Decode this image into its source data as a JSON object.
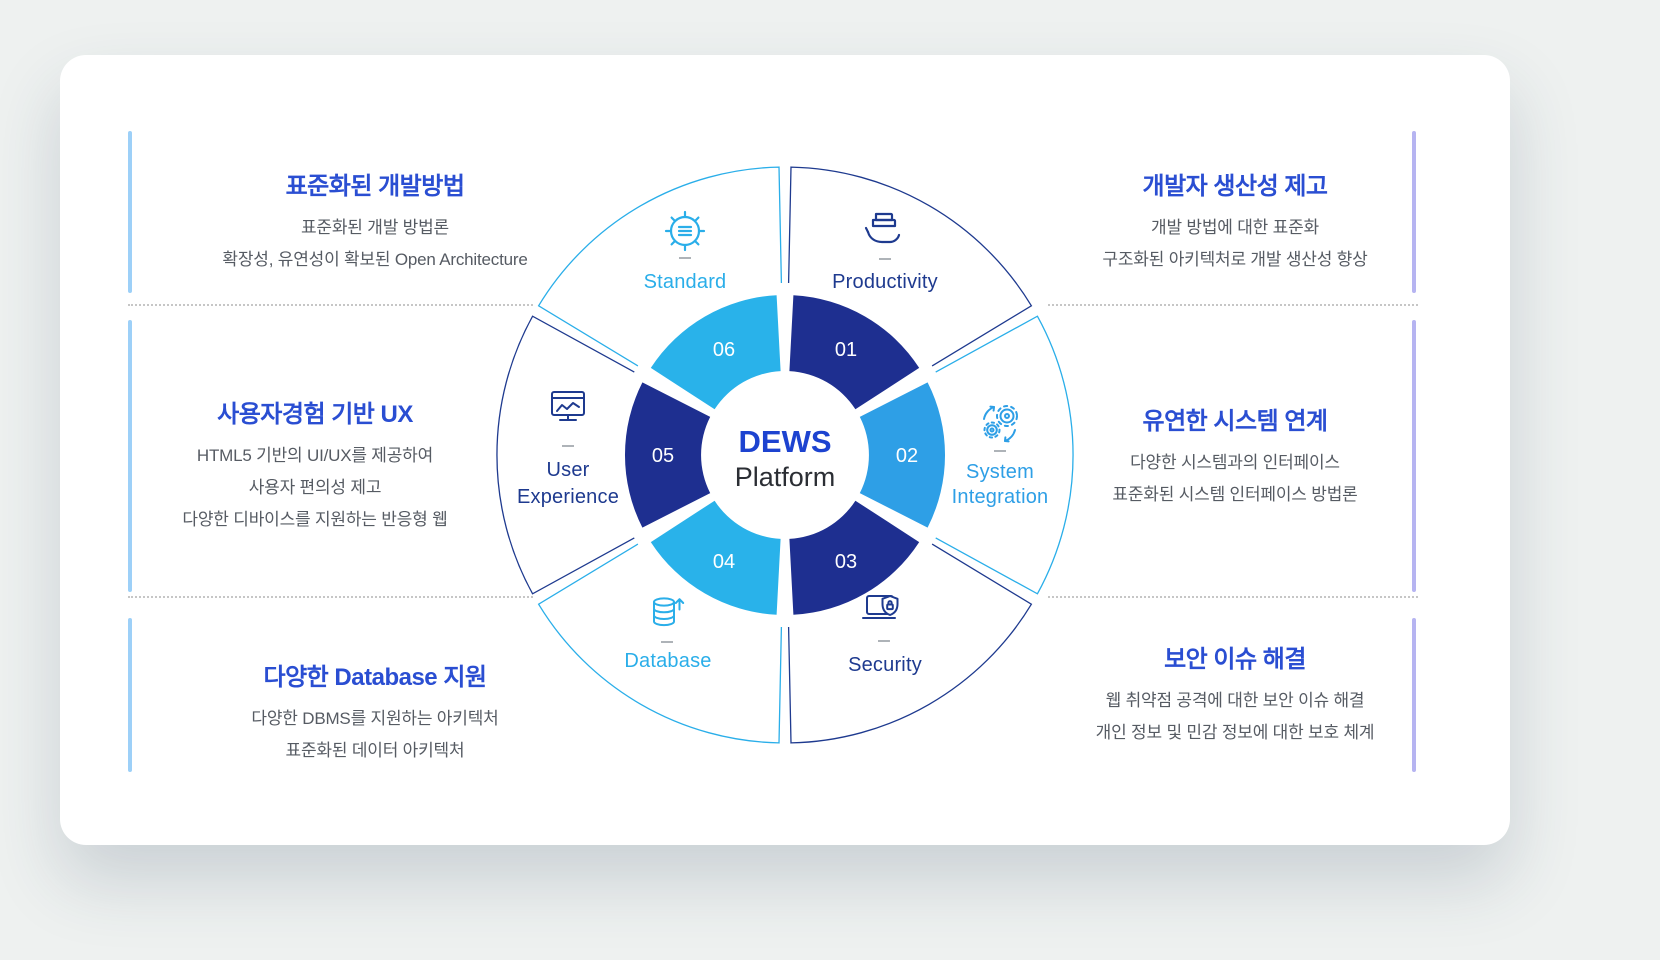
{
  "center": {
    "title": "DEWS",
    "subtitle": "Platform"
  },
  "wheel": {
    "segments": [
      {
        "num": "01"
      },
      {
        "num": "02"
      },
      {
        "num": "03"
      },
      {
        "num": "04"
      },
      {
        "num": "05"
      },
      {
        "num": "06"
      }
    ],
    "sectors": {
      "standard": {
        "label": "Standard"
      },
      "productivity": {
        "label": "Productivity"
      },
      "system_integration": {
        "label1": "System",
        "label2": "Integration"
      },
      "security": {
        "label": "Security"
      },
      "database": {
        "label": "Database"
      },
      "user_experience": {
        "label1": "User",
        "label2": "Experience"
      }
    }
  },
  "sections": {
    "left": [
      {
        "heading": "표준화된 개발방법",
        "line1": "표준화된 개발 방법론",
        "line2": "확장성, 유연성이 확보된 Open Architecture"
      },
      {
        "heading": "사용자경험 기반 UX",
        "line1": "HTML5 기반의 UI/UX를 제공하여",
        "line2": "사용자 편의성 제고",
        "line3": "다양한 디바이스를 지원하는 반응형 웹"
      },
      {
        "heading": "다양한 Database 지원",
        "line1": "다양한 DBMS를 지원하는 아키텍처",
        "line2": "표준화된 데이터 아키텍처"
      }
    ],
    "right": [
      {
        "heading": "개발자 생산성 제고",
        "line1": "개발 방법에 대한 표준화",
        "line2": "구조화된 아키텍처로 개발 생산성 향상"
      },
      {
        "heading": "유연한 시스템 연계",
        "line1": "다양한 시스템과의 인터페이스",
        "line2": "표준화된 시스템 인터페이스 방법론"
      },
      {
        "heading": "보안 이슈 해결",
        "line1": "웹 취약점 공격에 대한 보안 이슈 해결",
        "line2": "개인 정보 및 민감 정보에 대한 보호 체계"
      }
    ]
  },
  "colors": {
    "navy": "#1e2f90",
    "cyan": "#29b2ea",
    "mid_blue": "#2e9fe6",
    "heading_blue": "#2a4ed2",
    "label_navy": "#1e3a8f",
    "label_cyan": "#2aaee9",
    "center_title_blue": "#1d43d0",
    "bar_left": "#9dd0f8",
    "bar_right": "#b6b4f1"
  }
}
